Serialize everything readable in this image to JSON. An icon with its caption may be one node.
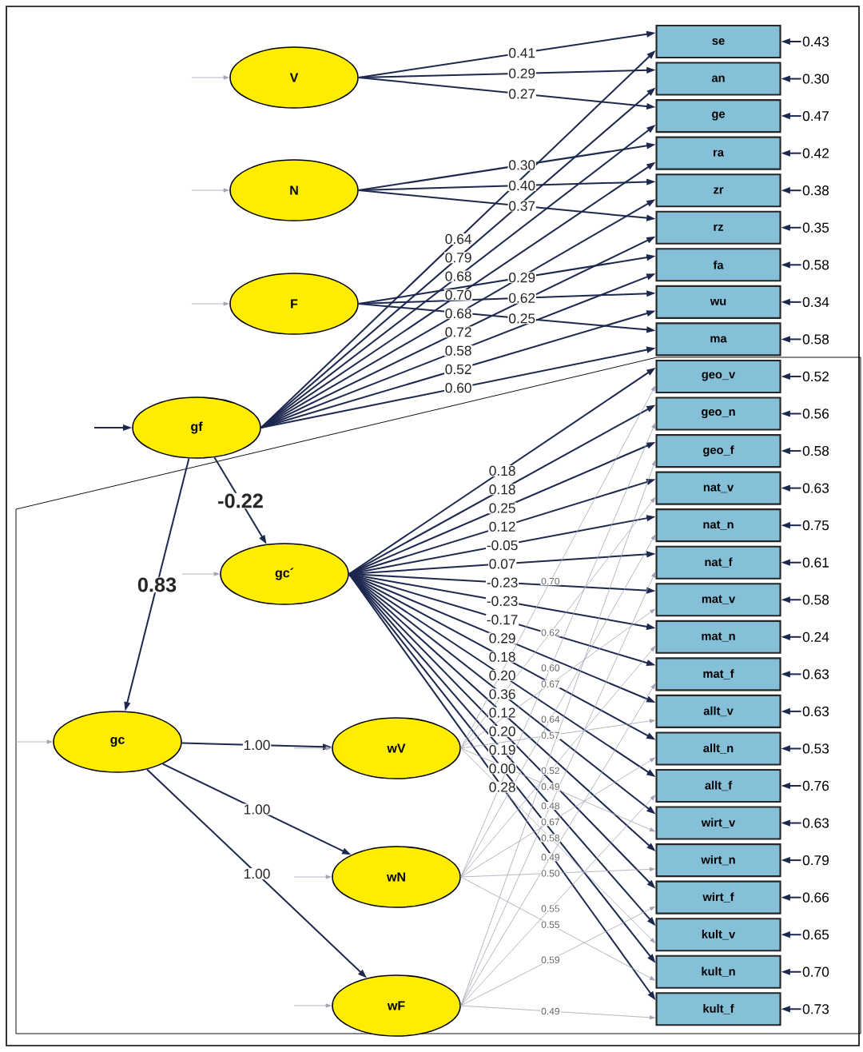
{
  "diagram": {
    "nodes": [
      {
        "text": [
          "V"
        ]
      },
      {
        "text": [
          "N"
        ]
      },
      {
        "text": [
          "F"
        ]
      },
      {
        "text": [
          "gf"
        ]
      },
      {
        "text": [
          "gc´"
        ]
      },
      {
        "text": [
          "gc"
        ]
      },
      {
        "text": [
          "wV"
        ]
      },
      {
        "text": [
          "wN"
        ]
      },
      {
        "text": [
          "wF"
        ]
      },
      {
        "text": [
          "se"
        ]
      },
      {
        "text": [
          "an"
        ]
      },
      {
        "text": [
          "ge"
        ]
      },
      {
        "text": [
          "ra"
        ]
      },
      {
        "text": [
          "zr"
        ]
      },
      {
        "text": [
          "rz"
        ]
      },
      {
        "text": [
          "fa"
        ]
      },
      {
        "text": [
          "wu"
        ]
      },
      {
        "text": [
          "ma"
        ]
      },
      {
        "text": [
          "geo_v"
        ]
      },
      {
        "text": [
          "geo_n"
        ]
      },
      {
        "text": [
          "geo_f"
        ]
      },
      {
        "text": [
          "nat_v"
        ]
      },
      {
        "text": [
          "nat_n"
        ]
      },
      {
        "text": [
          "nat_f"
        ]
      },
      {
        "text": [
          "mat_v"
        ]
      },
      {
        "text": [
          "mat_n"
        ]
      },
      {
        "text": [
          "mat_f"
        ]
      },
      {
        "text": [
          "allt_v"
        ]
      },
      {
        "text": [
          "allt_n"
        ]
      },
      {
        "text": [
          "allt_f"
        ]
      },
      {
        "text": [
          "wirt_v"
        ]
      },
      {
        "text": [
          "wirt_n"
        ]
      },
      {
        "text": [
          "wirt_f"
        ]
      },
      {
        "text": [
          "kult_v"
        ]
      },
      {
        "text": [
          "kult_n"
        ]
      },
      {
        "text": [
          "kult_f"
        ]
      }
    ],
    "edges": [
      {
        "from": 0,
        "to": 9,
        "arrow": "to",
        "label": "0.41"
      },
      {
        "from": 0,
        "to": 10,
        "arrow": "to",
        "label": "0.29"
      },
      {
        "from": 0,
        "to": 11,
        "arrow": "to",
        "label": "0.27"
      },
      {
        "from": 1,
        "to": 12,
        "arrow": "to",
        "label": "0.30"
      },
      {
        "from": 1,
        "to": 13,
        "arrow": "to",
        "label": "0.40"
      },
      {
        "from": 1,
        "to": 14,
        "arrow": "to",
        "label": "0.37"
      },
      {
        "from": 2,
        "to": 15,
        "arrow": "to",
        "label": "0.29"
      },
      {
        "from": 2,
        "to": 16,
        "arrow": "to",
        "label": "0.62"
      },
      {
        "from": 2,
        "to": 17,
        "arrow": "to",
        "label": "0.25"
      },
      {
        "from": 3,
        "to": 9,
        "arrow": "to",
        "label": "0.64"
      },
      {
        "from": 3,
        "to": 10,
        "arrow": "to",
        "label": "0.79"
      },
      {
        "from": 3,
        "to": 11,
        "arrow": "to",
        "label": "0.68"
      },
      {
        "from": 3,
        "to": 12,
        "arrow": "to",
        "label": "0.70"
      },
      {
        "from": 3,
        "to": 13,
        "arrow": "to",
        "label": "0.68"
      },
      {
        "from": 3,
        "to": 14,
        "arrow": "to",
        "label": "0.72"
      },
      {
        "from": 3,
        "to": 15,
        "arrow": "to",
        "label": "0.58"
      },
      {
        "from": 3,
        "to": 16,
        "arrow": "to",
        "label": "0.52"
      },
      {
        "from": 3,
        "to": 17,
        "arrow": "to",
        "label": "0.60"
      },
      {
        "from": 3,
        "to": 4,
        "arrow": "to",
        "label": "-0.22"
      },
      {
        "from": 3,
        "to": 5,
        "arrow": "to",
        "label": "0.83"
      },
      {
        "from": 5,
        "to": 6,
        "arrow": "to",
        "label": "1.00"
      },
      {
        "from": 5,
        "to": 7,
        "arrow": "to",
        "label": "1.00"
      },
      {
        "from": 5,
        "to": 8,
        "arrow": "to",
        "label": "1.00"
      },
      {
        "from": 4,
        "to": 18,
        "arrow": "to",
        "label": "0.18"
      },
      {
        "from": 4,
        "to": 19,
        "arrow": "to",
        "label": "0.18"
      },
      {
        "from": 4,
        "to": 20,
        "arrow": "to",
        "label": "0.25"
      },
      {
        "from": 4,
        "to": 21,
        "arrow": "to",
        "label": "0.12"
      },
      {
        "from": 4,
        "to": 22,
        "arrow": "to",
        "label": "-0.05"
      },
      {
        "from": 4,
        "to": 23,
        "arrow": "to",
        "label": "0.07"
      },
      {
        "from": 4,
        "to": 24,
        "arrow": "to",
        "label": "-0.23"
      },
      {
        "from": 4,
        "to": 25,
        "arrow": "to",
        "label": "-0.23"
      },
      {
        "from": 4,
        "to": 26,
        "arrow": "to",
        "label": "-0.17"
      },
      {
        "from": 4,
        "to": 27,
        "arrow": "to",
        "label": "0.29"
      },
      {
        "from": 4,
        "to": 28,
        "arrow": "to",
        "label": "0.18"
      },
      {
        "from": 4,
        "to": 29,
        "arrow": "to",
        "label": "0.20"
      },
      {
        "from": 4,
        "to": 30,
        "arrow": "to",
        "label": "0.36"
      },
      {
        "from": 4,
        "to": 31,
        "arrow": "to",
        "label": "0.12"
      },
      {
        "from": 4,
        "to": 32,
        "arrow": "to",
        "label": "0.20"
      },
      {
        "from": 4,
        "to": 33,
        "arrow": "to",
        "label": "0.19"
      },
      {
        "from": 4,
        "to": 34,
        "arrow": "to",
        "label": "0.00"
      },
      {
        "from": 4,
        "to": 35,
        "arrow": "to",
        "label": "0.28"
      },
      {
        "from": 6,
        "to": 18,
        "arrow": "to",
        "color": "#a4a4b8",
        "label": "0.70"
      },
      {
        "from": 6,
        "to": 21,
        "arrow": "to",
        "color": "#a4a4b8",
        "label": "0.62"
      },
      {
        "from": 6,
        "to": 24,
        "arrow": "to",
        "color": "#a4a4b8",
        "label": "0.67"
      },
      {
        "from": 6,
        "to": 27,
        "arrow": "to",
        "color": "#a4a4b8",
        "label": "0.57"
      },
      {
        "from": 6,
        "to": 30,
        "arrow": "to",
        "color": "#a4a4b8",
        "label": "0.49"
      },
      {
        "from": 6,
        "to": 33,
        "arrow": "to",
        "color": "#a4a4b8",
        "label": "0.58"
      },
      {
        "from": 7,
        "to": 19,
        "arrow": "to",
        "color": "#a4a4b8",
        "label": "0.60"
      },
      {
        "from": 7,
        "to": 22,
        "arrow": "to",
        "color": "#a4a4b8",
        "label": "0.64"
      },
      {
        "from": 7,
        "to": 25,
        "arrow": "to",
        "color": "#a4a4b8",
        "label": "0.52"
      },
      {
        "from": 7,
        "to": 28,
        "arrow": "to",
        "color": "#a4a4b8",
        "label": "0.67"
      },
      {
        "from": 7,
        "to": 31,
        "arrow": "to",
        "color": "#a4a4b8",
        "label": "0.50"
      },
      {
        "from": 7,
        "to": 34,
        "arrow": "to",
        "color": "#a4a4b8",
        "label": "0.55"
      },
      {
        "from": 8,
        "to": 20,
        "arrow": "to",
        "color": "#a4a4b8"
      },
      {
        "from": 8,
        "to": 23,
        "arrow": "to",
        "color": "#a4a4b8",
        "label": "0.48"
      },
      {
        "from": 8,
        "to": 26,
        "arrow": "to",
        "color": "#a4a4b8",
        "label": "0.49"
      },
      {
        "from": 8,
        "to": 29,
        "arrow": "to",
        "color": "#a4a4b8",
        "label": "0.55"
      },
      {
        "from": 8,
        "to": 32,
        "arrow": "to",
        "color": "#a4a4b8",
        "label": "0.59"
      },
      {
        "from": 8,
        "to": 35,
        "arrow": "to",
        "color": "#a4a4b8",
        "label": "0.49"
      },
      {
        "from": null,
        "to": 9,
        "arrow": "to",
        "label": "0.43"
      },
      {
        "from": null,
        "to": 10,
        "arrow": "to",
        "label": "0.30"
      },
      {
        "from": null,
        "to": 11,
        "arrow": "to",
        "label": "0.47"
      },
      {
        "from": null,
        "to": 12,
        "arrow": "to",
        "label": "0.42"
      },
      {
        "from": null,
        "to": 13,
        "arrow": "to",
        "label": "0.38"
      },
      {
        "from": null,
        "to": 14,
        "arrow": "to",
        "label": "0.35"
      },
      {
        "from": null,
        "to": 15,
        "arrow": "to",
        "label": "0.58"
      },
      {
        "from": null,
        "to": 16,
        "arrow": "to",
        "label": "0.34"
      },
      {
        "from": null,
        "to": 17,
        "arrow": "to",
        "label": "0.58"
      },
      {
        "from": null,
        "to": 18,
        "arrow": "to",
        "label": "0.52"
      },
      {
        "from": null,
        "to": 19,
        "arrow": "to",
        "label": "0.56"
      },
      {
        "from": null,
        "to": 20,
        "arrow": "to",
        "label": "0.58"
      },
      {
        "from": null,
        "to": 21,
        "arrow": "to",
        "label": "0.63"
      },
      {
        "from": null,
        "to": 22,
        "arrow": "to",
        "label": "0.75"
      },
      {
        "from": null,
        "to": 23,
        "arrow": "to",
        "label": "0.61"
      },
      {
        "from": null,
        "to": 24,
        "arrow": "to",
        "label": "0.58"
      },
      {
        "from": null,
        "to": 25,
        "arrow": "to",
        "label": "0.24"
      },
      {
        "from": null,
        "to": 26,
        "arrow": "to",
        "label": "0.63"
      },
      {
        "from": null,
        "to": 27,
        "arrow": "to",
        "label": "0.63"
      },
      {
        "from": null,
        "to": 28,
        "arrow": "to",
        "label": "0.53"
      },
      {
        "from": null,
        "to": 29,
        "arrow": "to",
        "label": "0.76"
      },
      {
        "from": null,
        "to": 30,
        "arrow": "to",
        "label": "0.63"
      },
      {
        "from": null,
        "to": 31,
        "arrow": "to",
        "label": "0.79"
      },
      {
        "from": null,
        "to": 32,
        "arrow": "to",
        "label": "0.66"
      },
      {
        "from": null,
        "to": 33,
        "arrow": "to",
        "label": "0.65"
      },
      {
        "from": null,
        "to": 34,
        "arrow": "to",
        "label": "0.70"
      },
      {
        "from": null,
        "to": 35,
        "arrow": "to",
        "label": "0.73"
      },
      {
        "from": null,
        "to": 0,
        "arrow": "to",
        "color": "#a4a4b8"
      },
      {
        "from": null,
        "to": 1,
        "arrow": "to",
        "color": "#a4a4b8"
      },
      {
        "from": null,
        "to": 2,
        "arrow": "to",
        "color": "#a4a4b8"
      },
      {
        "from": null,
        "to": 3,
        "arrow": "to"
      },
      {
        "from": null,
        "to": 4,
        "arrow": "to",
        "color": "#a4a4b8"
      },
      {
        "from": null,
        "to": 5,
        "arrow": "to",
        "color": "#a4a4b8"
      },
      {
        "from": null,
        "to": 6,
        "arrow": "to",
        "color": "#a4a4b8"
      },
      {
        "from": null,
        "to": 7,
        "arrow": "to",
        "color": "#a4a4b8"
      },
      {
        "from": null,
        "to": 8,
        "arrow": "to",
        "color": "#a4a4b8"
      }
    ]
  }
}
